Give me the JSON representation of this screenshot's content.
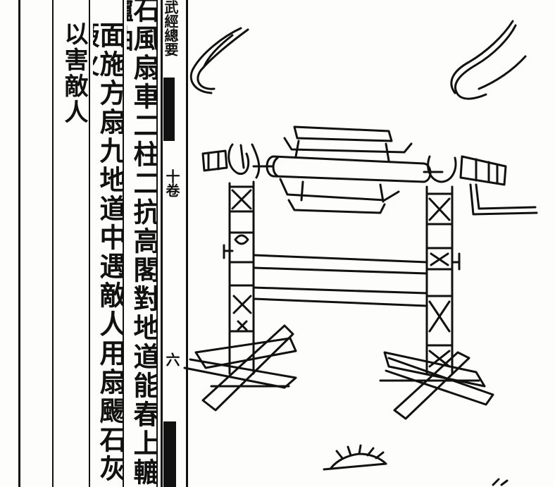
{
  "text": {
    "column_1": "石風扇車二柱二",
    "column_2": "面施方扇九地道中遇敵人用扇颺石灰簸火",
    "column_3": "以害敵人",
    "column_4": "抗高閣對地道能春上轆轤軸",
    "margin_title": "武經總要",
    "margin_volume": "十卷",
    "margin_mark": "六"
  }
}
